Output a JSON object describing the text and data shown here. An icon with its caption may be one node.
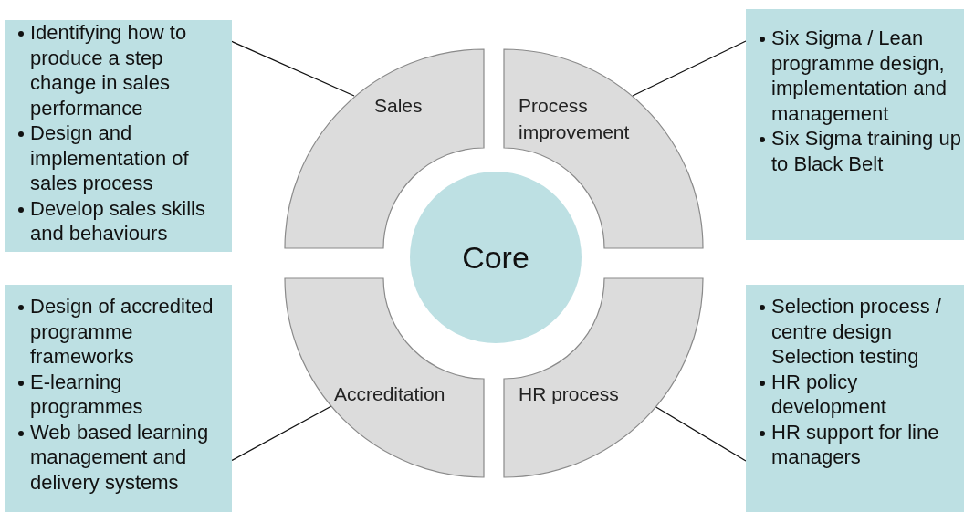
{
  "diagram": {
    "nodes": [
      {
        "text": [
          "Core"
        ]
      },
      {
        "text": [
          "Sales"
        ]
      },
      {
        "text": [
          "Process improvement"
        ]
      },
      {
        "text": [
          "Accreditation"
        ]
      },
      {
        "text": [
          "HR process"
        ]
      },
      {
        "text": [
          "Identifying how to produce a step change in sales performance",
          "Design and implementation of sales process",
          "Develop sales skills and behaviours"
        ]
      },
      {
        "text": [
          "Six Sigma / Lean programme design, implementation and management",
          "Six Sigma training up to Black Belt"
        ]
      },
      {
        "text": [
          "Design of accredited programme frameworks",
          "E-learning programmes",
          "Web based learning management and delivery systems"
        ]
      },
      {
        "text": [
          "Selection process / centre design Selection testing",
          "HR policy development",
          "HR support for line managers"
        ]
      }
    ],
    "edges": [
      {
        "from": 5,
        "to": 1,
        "arrow": "none"
      },
      {
        "from": 6,
        "to": 2,
        "arrow": "none"
      },
      {
        "from": 7,
        "to": 3,
        "arrow": "none"
      },
      {
        "from": 8,
        "to": 4,
        "arrow": "none"
      }
    ]
  }
}
